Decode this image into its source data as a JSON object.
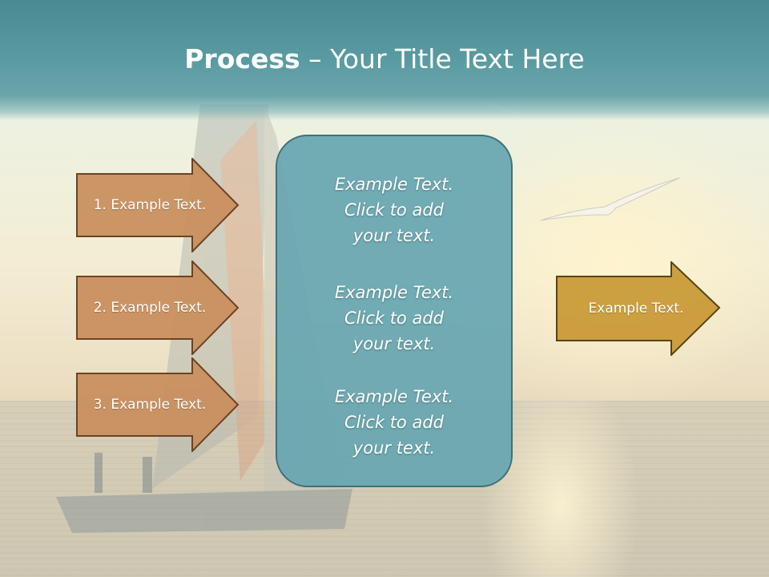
{
  "slide": {
    "title_bold": "Process",
    "title_rest": " – Your Title Text Here",
    "colors": {
      "title_band": "#5b9ca3",
      "input_arrow_fill": "#c98f5f",
      "input_arrow_stroke": "#6b4323",
      "center_box_fill": "#67a6b0",
      "output_arrow_fill": "#c99a38",
      "output_arrow_stroke": "#5a4312",
      "text": "#ffffff"
    },
    "inputs": [
      {
        "label": "1. Example Text."
      },
      {
        "label": "2. Example Text."
      },
      {
        "label": "3. Example Text."
      }
    ],
    "center_items": [
      {
        "line1": "Example Text.",
        "line2": "Click  to add",
        "line3": "your text."
      },
      {
        "line1": "Example Text.",
        "line2": "Click  to add",
        "line3": "your text."
      },
      {
        "line1": "Example Text.",
        "line2": "Click  to add",
        "line3": "your text."
      }
    ],
    "output": {
      "label": "Example Text."
    }
  }
}
